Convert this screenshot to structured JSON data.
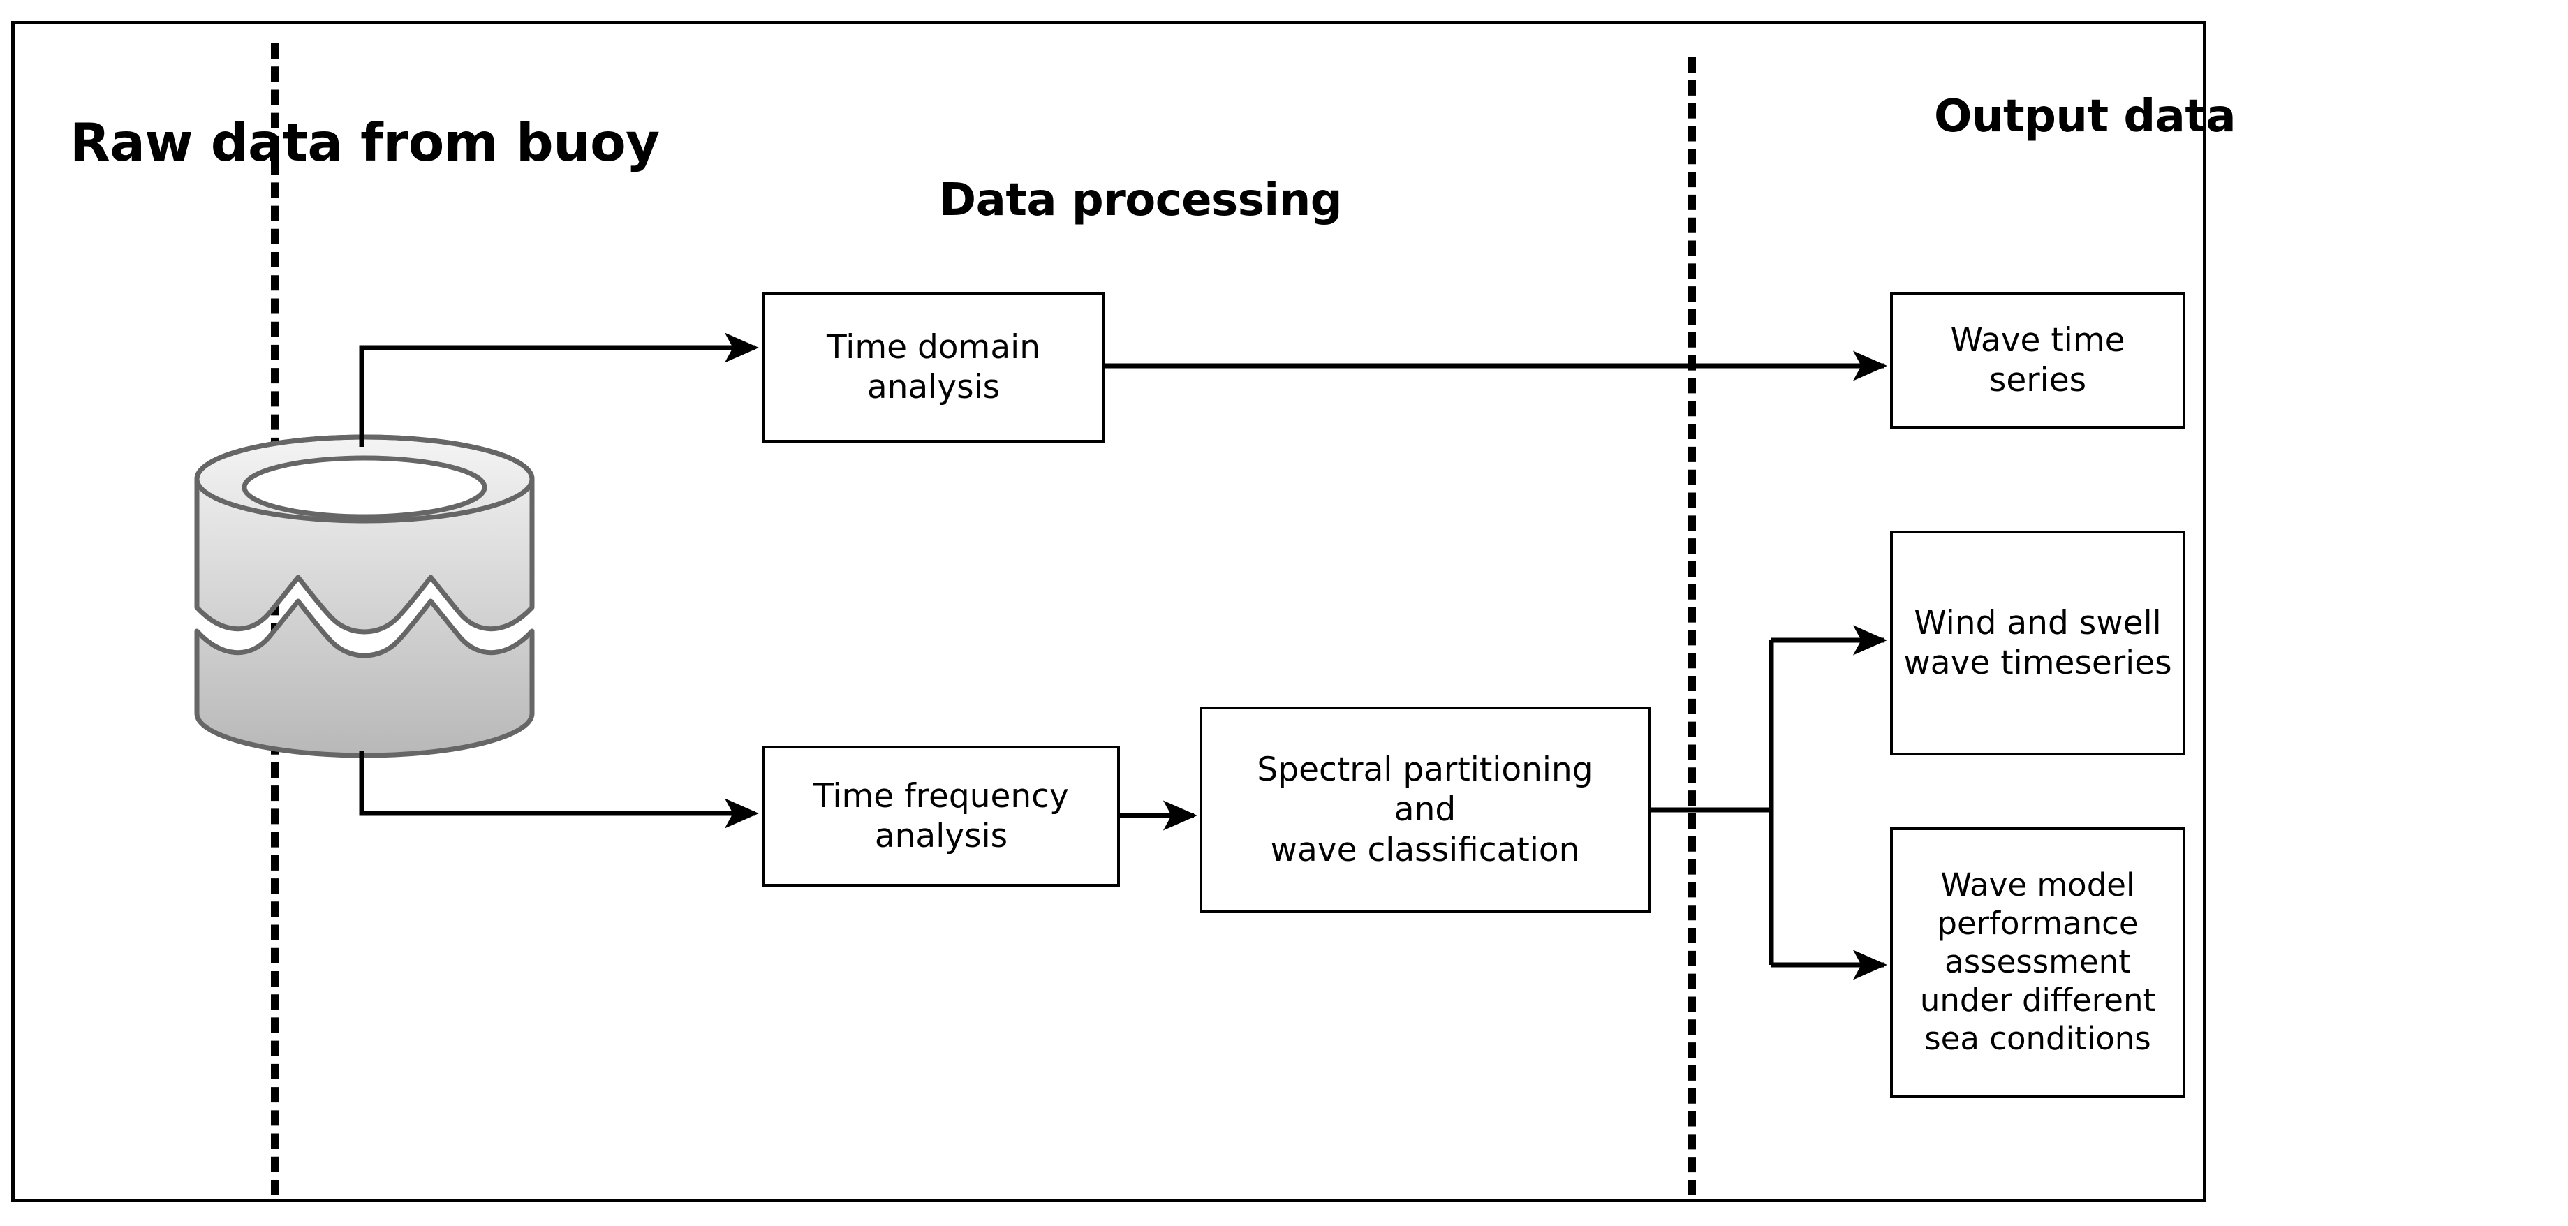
{
  "diagram": {
    "title": "Wave data processing flow",
    "background": "#ffffff",
    "line_color": "#000000",
    "cylinder_stroke": "#666666",
    "cylinder_fill_top": "#f2f2f2",
    "cylinder_fill_bottom": "#bfbfbf"
  },
  "sections": {
    "raw": {
      "heading": "Raw data from buoy"
    },
    "processing": {
      "heading": "Data processing"
    },
    "output": {
      "heading": "Output data"
    }
  },
  "datastore": {
    "name": "buoy-raw-data-store",
    "icon": "database-cylinder-icon",
    "label": ""
  },
  "nodes": {
    "time_domain": "Time domain\nanalysis",
    "time_frequency": "Time frequency\nanalysis",
    "spectral": "Spectral partitioning\nand\nwave classification"
  },
  "outputs": {
    "wave_time_series": "Wave time series",
    "wind_swell": "Wind and swell\nwave timeseries",
    "wave_model": "Wave model\nperformance assessment\nunder different sea conditions"
  },
  "chart_data": {
    "type": "diagram",
    "title": "Wave data processing flow",
    "nodes": [
      {
        "id": "buoy-data",
        "label": "Raw data from buoy",
        "shape": "cylinder",
        "section": "Raw data from buoy"
      },
      {
        "id": "time-domain",
        "label": "Time domain analysis",
        "shape": "rect",
        "section": "Data processing"
      },
      {
        "id": "time-frequency",
        "label": "Time frequency analysis",
        "shape": "rect",
        "section": "Data processing"
      },
      {
        "id": "spectral",
        "label": "Spectral partitioning and wave classification",
        "shape": "rect",
        "section": "Data processing"
      },
      {
        "id": "wave-time-series",
        "label": "Wave time series",
        "shape": "rect",
        "section": "Output data"
      },
      {
        "id": "wind-swell",
        "label": "Wind and swell wave timeseries",
        "shape": "rect",
        "section": "Output data"
      },
      {
        "id": "wave-model",
        "label": "Wave model performance assessment under different sea conditions",
        "shape": "rect",
        "section": "Output data"
      }
    ],
    "edges": [
      {
        "from": "buoy-data",
        "to": "time-domain",
        "arrow": true
      },
      {
        "from": "buoy-data",
        "to": "time-frequency",
        "arrow": true
      },
      {
        "from": "time-domain",
        "to": "wave-time-series",
        "arrow": true
      },
      {
        "from": "time-frequency",
        "to": "spectral",
        "arrow": true
      },
      {
        "from": "spectral",
        "to": "wind-swell",
        "arrow": true
      },
      {
        "from": "spectral",
        "to": "wave-model",
        "arrow": true
      }
    ],
    "sections": [
      "Raw data from buoy",
      "Data processing",
      "Output data"
    ]
  }
}
